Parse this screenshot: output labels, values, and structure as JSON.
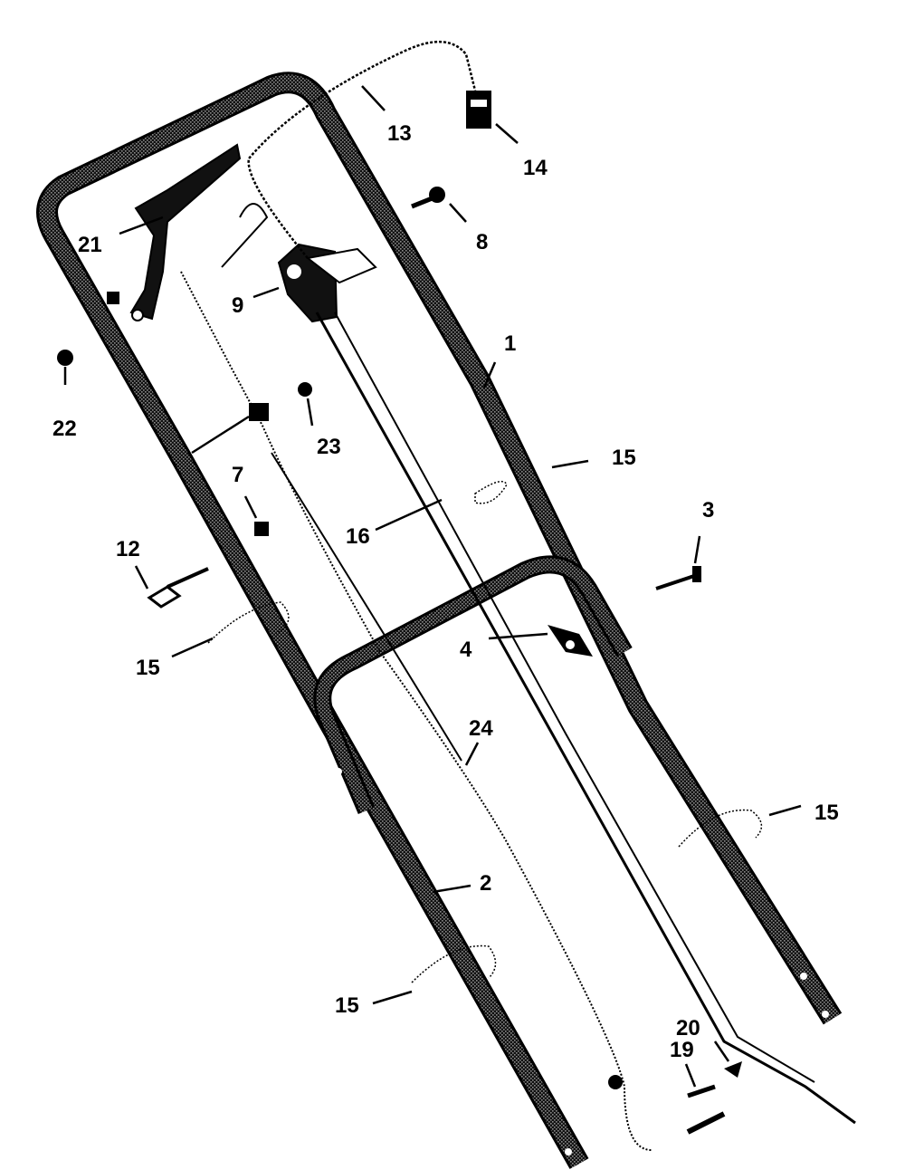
{
  "colors": {
    "ink": "#000000",
    "tube_fill": "#2a2a2a",
    "paper": "#ffffff"
  },
  "callouts": [
    {
      "id": "13",
      "text": "13"
    },
    {
      "id": "14",
      "text": "14"
    },
    {
      "id": "8",
      "text": "8"
    },
    {
      "id": "21",
      "text": "21"
    },
    {
      "id": "9",
      "text": "9"
    },
    {
      "id": "1",
      "text": "1"
    },
    {
      "id": "22",
      "text": "22"
    },
    {
      "id": "23",
      "text": "23"
    },
    {
      "id": "15a",
      "text": "15"
    },
    {
      "id": "7",
      "text": "7"
    },
    {
      "id": "16",
      "text": "16"
    },
    {
      "id": "3",
      "text": "3"
    },
    {
      "id": "12",
      "text": "12"
    },
    {
      "id": "4",
      "text": "4"
    },
    {
      "id": "15b",
      "text": "15"
    },
    {
      "id": "24",
      "text": "24"
    },
    {
      "id": "15c",
      "text": "15"
    },
    {
      "id": "2",
      "text": "2"
    },
    {
      "id": "15d",
      "text": "15"
    },
    {
      "id": "20",
      "text": "20"
    },
    {
      "id": "19",
      "text": "19"
    }
  ]
}
